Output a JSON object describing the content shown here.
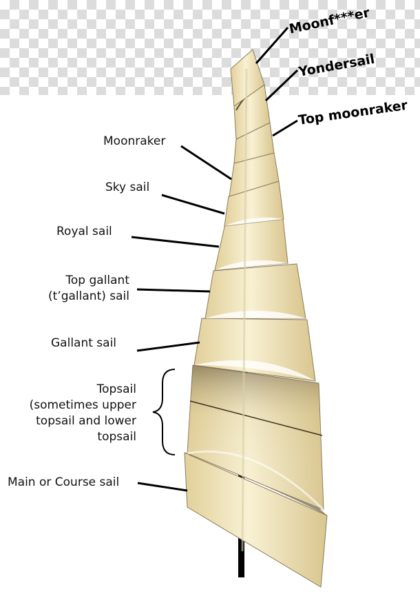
{
  "labels": {
    "moonfer": "Moonf***er",
    "yondersail": "Yondersail",
    "top_moonraker": "Top moonraker",
    "moonraker": "Moonraker",
    "sky_sail": "Sky sail",
    "royal_sail": "Royal sail",
    "top_gallant_1": "Top gallant",
    "top_gallant_2": "(t’gallant) sail",
    "gallant_sail": "Gallant sail",
    "topsail_1": "Topsail",
    "topsail_2": "(sometimes upper",
    "topsail_3": "topsail and lower",
    "topsail_4": "topsail",
    "main_sail": "Main or Course sail"
  },
  "colors": {
    "sail_light": "#f7efcf",
    "sail_mid": "#e8d9a8",
    "sail_dark": "#4a3c28",
    "mast": "#000000"
  }
}
